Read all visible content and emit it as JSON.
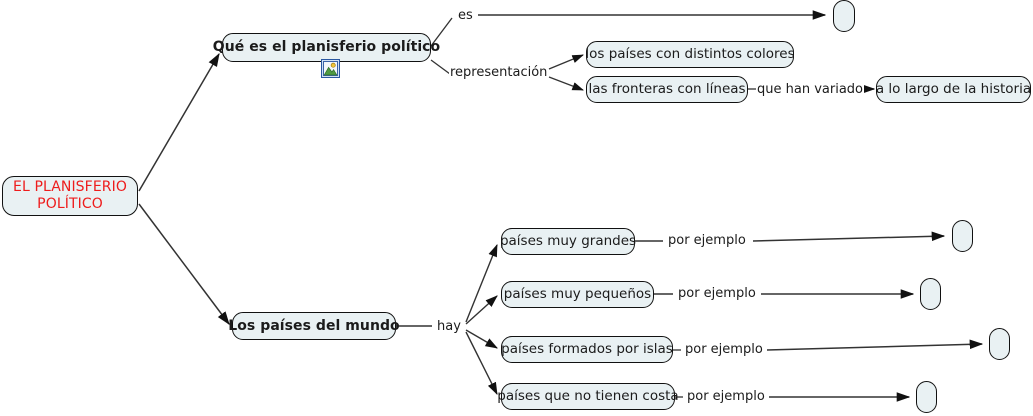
{
  "diagram": {
    "title_node": {
      "label": "EL PLANISFERIO POLÍTICO"
    },
    "branches": [
      {
        "name": "que-es",
        "node": {
          "label": "Qué es el planisferio político",
          "icon": "picture-icon"
        },
        "links": [
          {
            "label": "es",
            "target": {
              "label": ""
            }
          },
          {
            "label": "representación",
            "targets": [
              {
                "label": "los países con distintos colores"
              },
              {
                "label": "las fronteras con líneas"
              }
            ]
          }
        ],
        "sublink": {
          "label": "que han variado",
          "target": {
            "label": "a lo largo de la historia"
          }
        }
      },
      {
        "name": "los-paises-del-mundo",
        "node": {
          "label": "Los países del mundo"
        },
        "link_label": "hay",
        "items": [
          {
            "label": "países muy grandes",
            "link_label": "por ejemplo",
            "target": {
              "label": ""
            }
          },
          {
            "label": "países muy pequeños",
            "link_label": "por ejemplo",
            "target": {
              "label": ""
            }
          },
          {
            "label": "países formados por islas",
            "link_label": "por ejemplo",
            "target": {
              "label": ""
            }
          },
          {
            "label": "países que no tienen costa",
            "link_label": "por ejemplo",
            "target": {
              "label": ""
            }
          }
        ]
      }
    ],
    "colors": {
      "node_fill": "#e9f1f3",
      "node_border": "#111111",
      "root_text": "#ee1c1c",
      "text": "#1b1b1b",
      "edge": "#333333",
      "background": "#ffffff"
    }
  }
}
